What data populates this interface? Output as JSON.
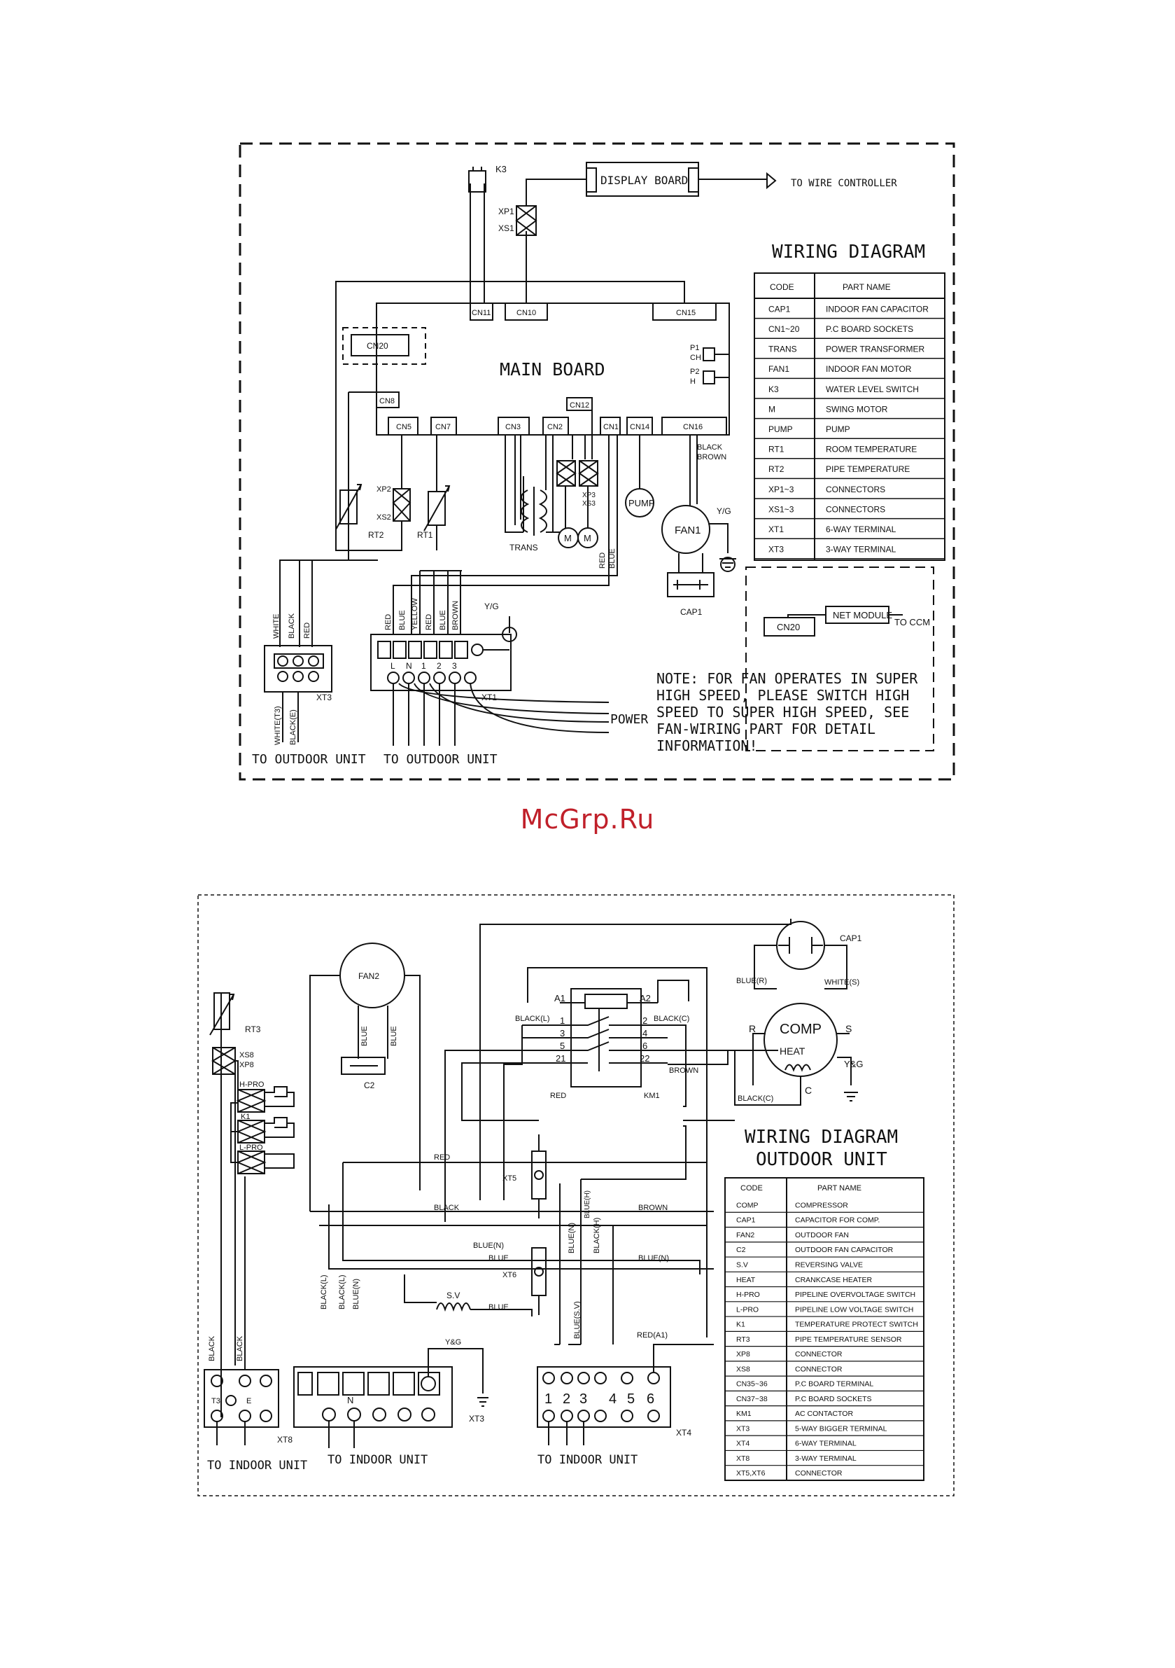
{
  "watermark": "McGrp.Ru",
  "indoor": {
    "title": "WIRING   DIAGRAM",
    "main_board": "MAIN  BOARD",
    "display_board": "DISPLAY BOARD",
    "to_wire_controller": "TO WIRE CONTROLLER",
    "k3": "K3",
    "xp1": "XP1",
    "xs1": "XS1",
    "cn": {
      "cn11": "CN11",
      "cn10": "CN10",
      "cn15": "CN15",
      "cn20": "CN20",
      "cn8": "CN8",
      "cn5": "CN5",
      "cn7": "CN7",
      "cn3": "CN3",
      "cn2": "CN2",
      "cn12": "CN12",
      "cn1": "CN1",
      "cn14": "CN14",
      "cn16": "CN16"
    },
    "p1": "P1",
    "ch": "CH",
    "p2": "P2",
    "h": "H",
    "xp2": "XP2",
    "xs2": "XS2",
    "rt2": "RT2",
    "rt1": "RT1",
    "trans": "TRANS",
    "xp2xs2": "XP2\nXS2",
    "xp3": "XP3",
    "xs3": "XS3",
    "m": "M",
    "pump": "PUMP",
    "fan1": "FAN1",
    "cap1": "CAP1",
    "yg": "Y/G",
    "black": "BLACK",
    "brown": "BROWN",
    "red": "RED",
    "blue": "BLUE",
    "white": "WHITE",
    "yellow": "YELLOW",
    "xt3": "XT3",
    "xt1": "XT1",
    "xt1_terms": [
      "L",
      "N",
      "1",
      "2",
      "3"
    ],
    "white_t3": "WHITE(T3)",
    "black_e": "BLACK(E)",
    "power": "POWER",
    "to_outdoor_1": "TO OUTDOOR UNIT",
    "to_outdoor_2": "TO OUTDOOR UNIT",
    "net_module": "NET MODULE",
    "to_ccm": "TO CCM",
    "cn20_net": "CN20",
    "note": [
      "NOTE: FOR FAN OPERATES IN SUPER",
      "HIGH SPEED, PLEASE SWITCH HIGH",
      "SPEED TO SUPER HIGH SPEED, SEE",
      "FAN-WIRING PART FOR DETAIL",
      "INFORMATION!"
    ],
    "table_head": [
      "CODE",
      "PART NAME"
    ],
    "table": [
      [
        "CAP1",
        "INDOOR FAN CAPACITOR"
      ],
      [
        "CN1~20",
        "P.C BOARD SOCKETS"
      ],
      [
        "TRANS",
        "POWER TRANSFORMER"
      ],
      [
        "FAN1",
        "INDOOR FAN MOTOR"
      ],
      [
        "K3",
        "WATER LEVEL SWITCH"
      ],
      [
        "M",
        "SWING MOTOR"
      ],
      [
        "PUMP",
        "PUMP"
      ],
      [
        "RT1",
        "ROOM TEMPERATURE"
      ],
      [
        "RT2",
        "PIPE TEMPERATURE"
      ],
      [
        "XP1~3",
        "CONNECTORS"
      ],
      [
        "XS1~3",
        "CONNECTORS"
      ],
      [
        "XT1",
        "6-WAY TERMINAL"
      ],
      [
        "XT3",
        "3-WAY TERMINAL"
      ]
    ]
  },
  "outdoor": {
    "title1": "WIRING DIAGRAM",
    "title2": "OUTDOOR UNIT",
    "fan2": "FAN2",
    "c2": "C2",
    "cap1": "CAP1",
    "comp": "COMP",
    "heat": "HEAT",
    "r": "R",
    "s": "S",
    "c": "C",
    "yg": "Y&G",
    "yg2": "Y&G",
    "blue_r": "BLUE(R)",
    "white_s": "WHITE(S)",
    "a1": "A1",
    "a2": "A2",
    "km1": "KM1",
    "km_left": [
      "1",
      "3",
      "5",
      "21"
    ],
    "km_right": [
      "2",
      "4",
      "6",
      "22"
    ],
    "black_l": "BLACK(L)",
    "black_c": "BLACK(C)",
    "black_c2": "BLACK(C)",
    "brown": "BROWN",
    "brown2": "BROWN",
    "red": "RED",
    "red2": "RED",
    "red_a1": "RED(A1)",
    "black": "BLACK",
    "blue_n": "BLUE(N)",
    "blue_n2": "BLUE(N)",
    "blue_n3": "BLUE(N)",
    "blue": "BLUE",
    "blue2": "BLUE",
    "blue3": "BLUE",
    "blue4": "BLUE",
    "blue_h": "BLUE(H)",
    "black_h": "BLACK(H)",
    "blue_sv": "BLUE(S.V)",
    "black_l2": "BLACK(L)",
    "black_l3": "BLACK(L)",
    "black1": "BLACK",
    "black2": "BLACK",
    "sv": "S.V",
    "xt5": "XT5",
    "xt6": "XT6",
    "rt3": "RT3",
    "xs8": "XS8",
    "xp8": "XP8",
    "hpro": "H-PRO",
    "k1": "K1",
    "lpro": "L-PRO",
    "xt8": "XT8",
    "xt3": "XT3",
    "xt4": "XT4",
    "t3": "T3",
    "e": "E",
    "n": "N",
    "xt4_terms": [
      "1",
      "2",
      "3",
      "4",
      "5",
      "6"
    ],
    "to_indoor_1": "TO  INDOOR   UNIT",
    "to_indoor_2": "TO  INDOOR UNIT",
    "to_indoor_3": "TO  INDOOR UNIT",
    "table_head": [
      "CODE",
      "PART NAME"
    ],
    "table": [
      [
        "COMP",
        "COMPRESSOR"
      ],
      [
        "CAP1",
        "CAPACITOR FOR COMP."
      ],
      [
        "FAN2",
        "OUTDOOR FAN"
      ],
      [
        "C2",
        "OUTDOOR FAN CAPACITOR"
      ],
      [
        "S.V",
        "REVERSING VALVE"
      ],
      [
        "HEAT",
        "CRANKCASE HEATER"
      ],
      [
        "H-PRO",
        "PIPELINE OVERVOLTAGE SWITCH"
      ],
      [
        "L-PRO",
        "PIPELINE LOW VOLTAGE SWITCH"
      ],
      [
        "K1",
        "TEMPERATURE PROTECT SWITCH"
      ],
      [
        "RT3",
        "PIPE TEMPERATURE SENSOR"
      ],
      [
        "XP8",
        "CONNECTOR"
      ],
      [
        "XS8",
        "CONNECTOR"
      ],
      [
        "CN35~36",
        "P.C BOARD TERMINAL"
      ],
      [
        "CN37~38",
        "P.C BOARD SOCKETS"
      ],
      [
        "KM1",
        "AC CONTACTOR"
      ],
      [
        "XT3",
        "5-WAY BIGGER TERMINAL"
      ],
      [
        "XT4",
        "6-WAY TERMINAL"
      ],
      [
        "XT8",
        "3-WAY TERMINAL"
      ],
      [
        "XT5,XT6",
        "CONNECTOR"
      ]
    ]
  }
}
